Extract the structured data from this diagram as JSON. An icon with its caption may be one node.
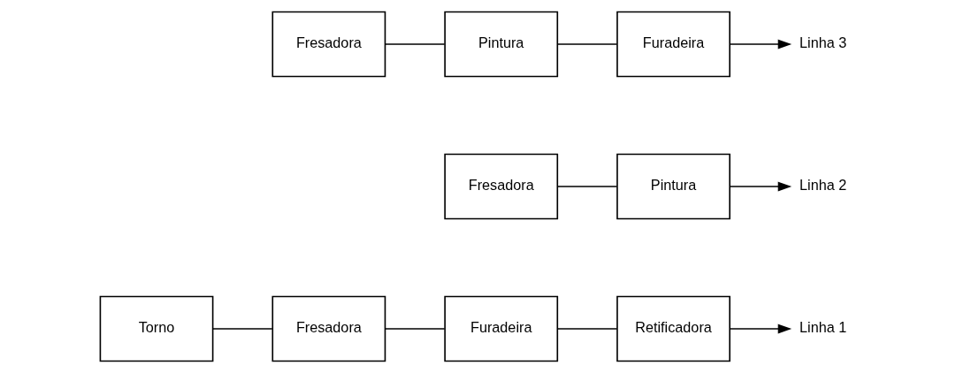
{
  "diagram": {
    "nodes": [
      {
        "text": [
          "Torno"
        ]
      },
      {
        "text": [
          "Fresadora"
        ]
      },
      {
        "text": [
          "Furadeira"
        ]
      },
      {
        "text": [
          "Retificadora"
        ]
      },
      {
        "text": [
          "Linha 1"
        ]
      },
      {
        "text": [
          "Fresadora"
        ]
      },
      {
        "text": [
          "Pintura"
        ]
      },
      {
        "text": [
          "Linha 2"
        ]
      },
      {
        "text": [
          "Fresadora"
        ]
      },
      {
        "text": [
          "Pintura"
        ]
      },
      {
        "text": [
          "Furadeira"
        ]
      },
      {
        "text": [
          "Linha 3"
        ]
      }
    ],
    "edges": [
      {
        "from": 0,
        "to": 1,
        "arrow": "none"
      },
      {
        "from": 1,
        "to": 2,
        "arrow": "none"
      },
      {
        "from": 2,
        "to": 3,
        "arrow": "none"
      },
      {
        "from": 3,
        "to": 4,
        "arrow": "to"
      },
      {
        "from": 5,
        "to": 6,
        "arrow": "none"
      },
      {
        "from": 6,
        "to": 7,
        "arrow": "to"
      },
      {
        "from": 8,
        "to": 9,
        "arrow": "none"
      },
      {
        "from": 9,
        "to": 10,
        "arrow": "none"
      },
      {
        "from": 10,
        "to": 11,
        "arrow": "to"
      }
    ]
  }
}
